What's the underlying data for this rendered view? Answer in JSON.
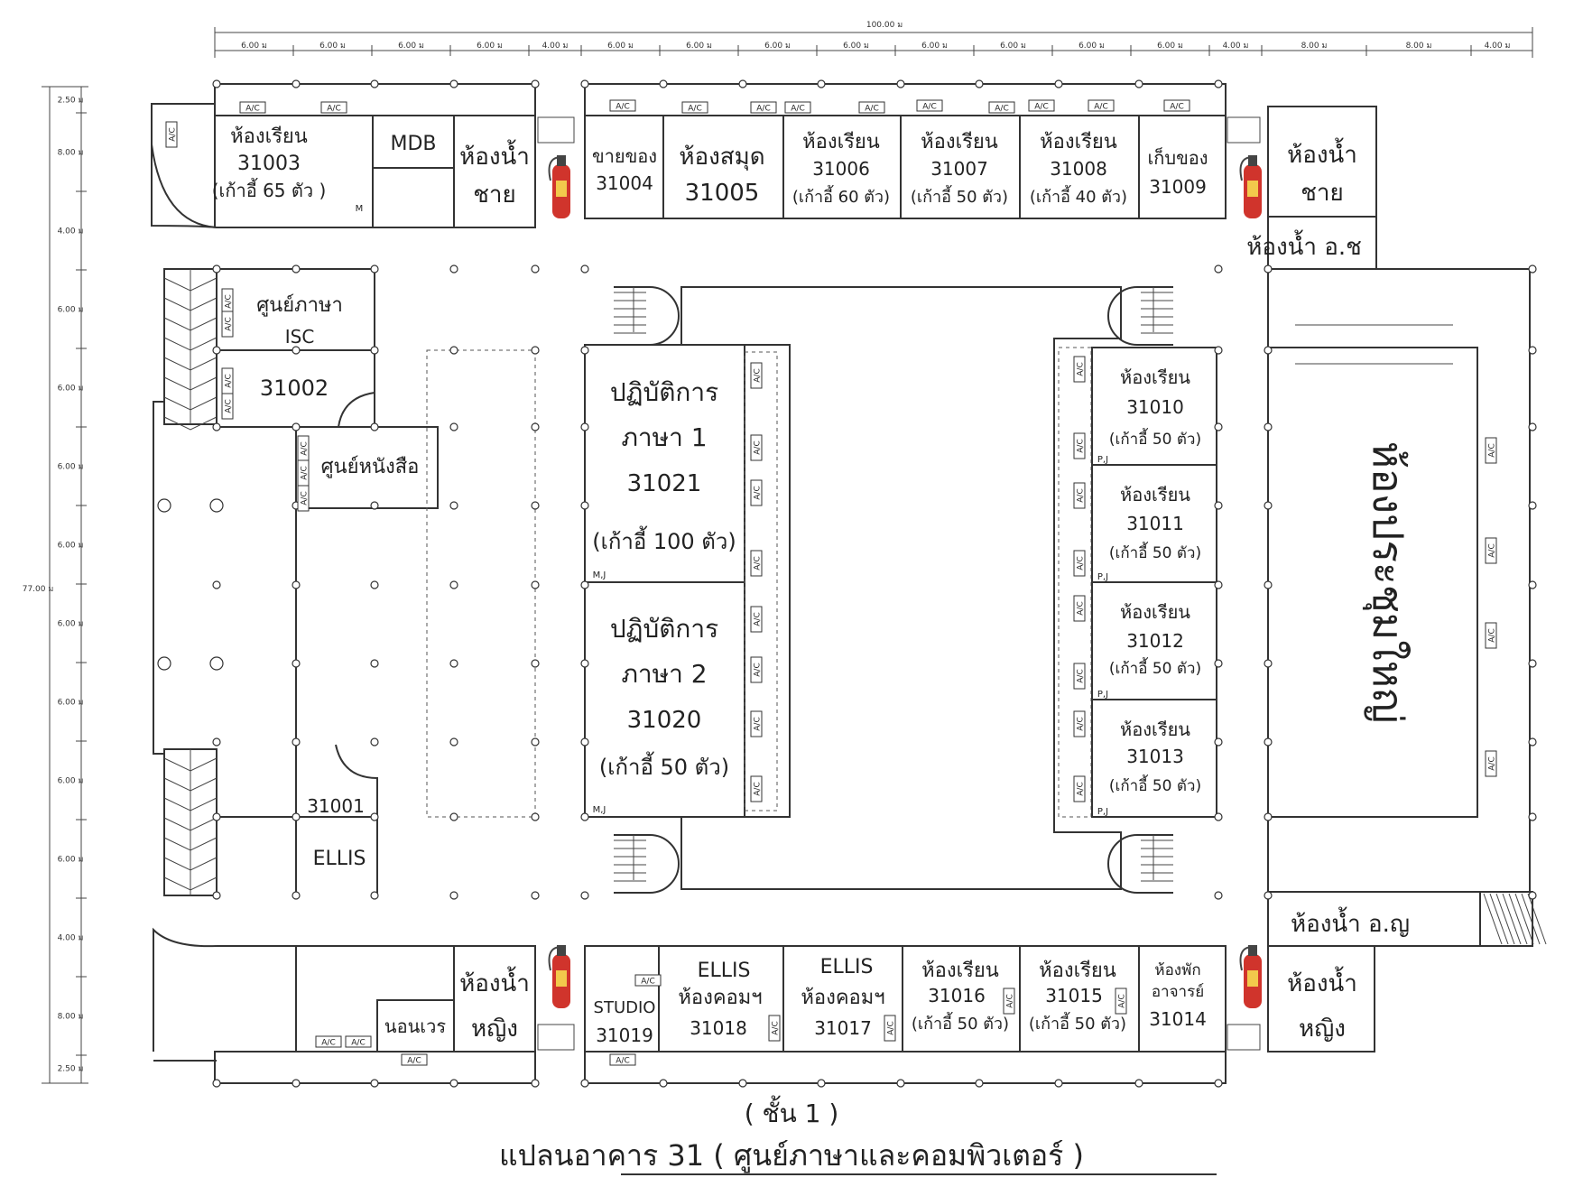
{
  "labels": {
    "r31003": [
      "ห้องเรียน",
      "31003",
      "(เก้าอี้ 65 ตัว )"
    ],
    "mdb": "MDB",
    "m_mark": "M",
    "toilet_male_1": [
      "ห้องน้ำ",
      "ชาย"
    ],
    "r31004": [
      "ขายของ",
      "31004"
    ],
    "r31005": [
      "ห้องสมุด",
      "31005"
    ],
    "r31006": [
      "ห้องเรียน",
      "31006",
      "(เก้าอี้ 60 ตัว)"
    ],
    "r31007": [
      "ห้องเรียน",
      "31007",
      "(เก้าอี้ 50 ตัว)"
    ],
    "r31008": [
      "ห้องเรียน",
      "31008",
      "(เก้าอี้ 40 ตัว)"
    ],
    "r31009": [
      "เก็บของ",
      "31009"
    ],
    "toilet_male_2": [
      "ห้องน้ำ",
      "ชาย"
    ],
    "toilet_staff_m": "ห้องน้ำ อ.ช",
    "isc": [
      "ศูนย์ภาษา",
      "ISC"
    ],
    "r31002": "31002",
    "bookcenter": "ศูนย์หนังสือ",
    "r31021": [
      "ปฏิบัติการ",
      "ภาษา 1",
      "31021",
      "(เก้าอี้ 100 ตัว)"
    ],
    "r31020": [
      "ปฏิบัติการ",
      "ภาษา 2",
      "31020",
      "(เก้าอี้ 50 ตัว)"
    ],
    "mj": "M,J",
    "pj": "P,J",
    "r31010": [
      "ห้องเรียน",
      "31010",
      "(เก้าอี้ 50 ตัว)"
    ],
    "r31011": [
      "ห้องเรียน",
      "31011",
      "(เก้าอี้ 50 ตัว)"
    ],
    "r31012": [
      "ห้องเรียน",
      "31012",
      "(เก้าอี้ 50 ตัว)"
    ],
    "r31013": [
      "ห้องเรียน",
      "31013",
      "(เก้าอี้ 50 ตัว)"
    ],
    "hall": "ห้องประชุมใหญ่",
    "r31001": [
      "31001",
      "ELLIS"
    ],
    "toilet_female_1": [
      "ห้องน้ำ",
      "หญิง"
    ],
    "rest": "นอนเวร",
    "r31019": [
      "STUDIO",
      "31019"
    ],
    "r31018": [
      "ELLIS",
      "ห้องคอมฯ",
      "31018"
    ],
    "r31017": [
      "ELLIS",
      "ห้องคอมฯ",
      "31017"
    ],
    "r31016": [
      "ห้องเรียน",
      "31016",
      "(เก้าอี้ 50 ตัว)"
    ],
    "r31015": [
      "ห้องเรียน",
      "31015",
      "(เก้าอี้ 50 ตัว)"
    ],
    "r31014": [
      "ห้องพัก",
      "อาจารย์",
      "31014"
    ],
    "toilet_female_2": [
      "ห้องน้ำ",
      "หญิง"
    ],
    "toilet_staff_f": "ห้องน้ำ อ.ญ",
    "ac": "A/C"
  },
  "dimensions": {
    "total_width": "100.00 ม",
    "total_height": "77.00 ม",
    "top_segments": [
      "6.00 ม",
      "6.00 ม",
      "6.00 ม",
      "6.00 ม",
      "4.00 ม",
      "6.00 ม",
      "6.00 ม",
      "6.00 ม",
      "6.00 ม",
      "6.00 ม",
      "6.00 ม",
      "6.00 ม",
      "6.00 ม",
      "4.00 ม",
      "8.00 ม",
      "8.00 ม",
      "4.00 ม"
    ],
    "side_segments": [
      "2.50 ม",
      "8.00 ม",
      "4.00 ม",
      "6.00 ม",
      "6.00 ม",
      "6.00 ม",
      "6.00 ม",
      "6.00 ม",
      "6.00 ม",
      "6.00 ม",
      "6.00 ม",
      "4.00 ม",
      "8.00 ม",
      "2.50 ม"
    ]
  },
  "caption": {
    "floor": "( ชั้น 1 )",
    "title": "แปลนอาคาร 31 ( ศูนย์ภาษาและคอมพิวเตอร์ )"
  },
  "colors": {
    "extinguisher": "#d0342c",
    "line": "#333333"
  }
}
